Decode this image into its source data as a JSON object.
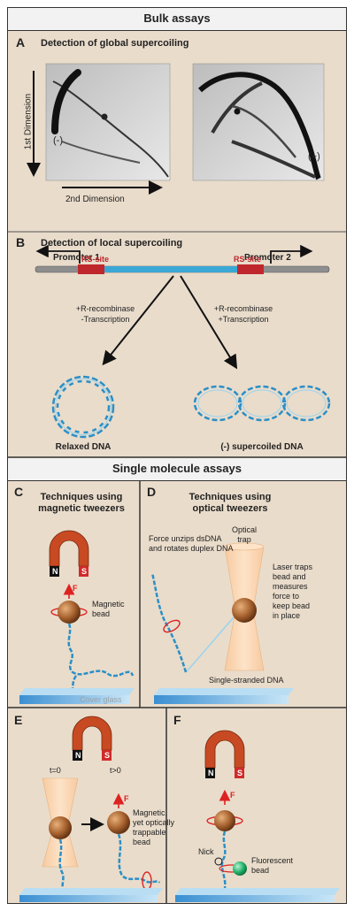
{
  "bulk": {
    "header": "Bulk assays",
    "A": {
      "letter": "A",
      "title": "Detection of global supercoiling",
      "dim1": "1st Dimension",
      "dim2": "2nd Dimension",
      "neg": "(-)",
      "pos": "(+)"
    },
    "B": {
      "letter": "B",
      "title": "Detection of local supercoiling",
      "promoter1": "Promoter 1",
      "promoter2": "Promoter 2",
      "rs1": "RS-site",
      "rs2": "RS-site",
      "left_cond1": "+R-recombinase",
      "left_cond2": "-Transcription",
      "right_cond1": "+R-recombinase",
      "right_cond2": "+Transcription",
      "relaxed": "Relaxed DNA",
      "supercoiled": "(-) supercoiled DNA"
    }
  },
  "single": {
    "header": "Single molecule assays",
    "C": {
      "letter": "C",
      "title1": "Techniques using",
      "title2": "magnetic tweezers",
      "north": "N",
      "south": "S",
      "force": "F",
      "bead": "Magnetic bead",
      "glass": "Cover glass"
    },
    "D": {
      "letter": "D",
      "title1": "Techniques using",
      "title2": "optical tweezers",
      "trap1": "Optical",
      "trap2": "trap",
      "unzip1": "Force unzips dsDNA",
      "unzip2": "and rotates duplex DNA",
      "laser1": "Laser traps",
      "laser2": "bead and",
      "laser3": "measures",
      "laser4": "force to",
      "laser5": "keep bead",
      "laser6": "in place",
      "ssdna": "Single-stranded DNA"
    },
    "E": {
      "letter": "E",
      "north": "N",
      "south": "S",
      "t0": "t=0",
      "t1": "t>0",
      "force": "F",
      "bead1": "Magnetic,",
      "bead2": "yet optically",
      "bead3": "trappable",
      "bead4": "bead"
    },
    "F": {
      "letter": "F",
      "north": "N",
      "south": "S",
      "force": "F",
      "nick": "Nick",
      "fluor1": "Fluorescent",
      "fluor2": "bead"
    }
  }
}
